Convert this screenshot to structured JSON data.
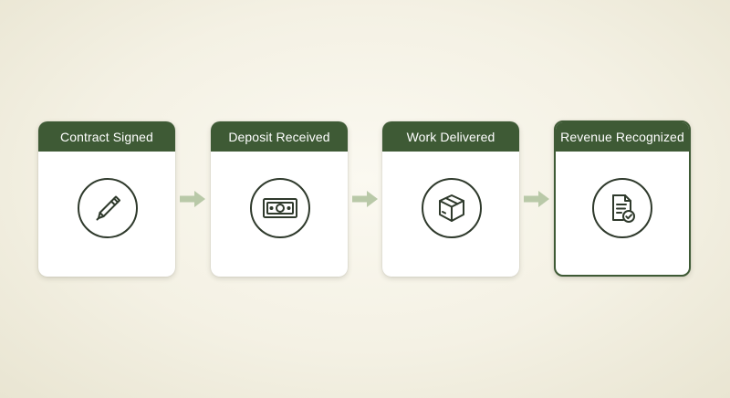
{
  "steps": [
    {
      "label": "Contract Signed",
      "icon": "pen-icon"
    },
    {
      "label": "Deposit Received",
      "icon": "cash-icon"
    },
    {
      "label": "Work Delivered",
      "icon": "package-icon"
    },
    {
      "label": "Revenue Recognized",
      "icon": "document-check-icon"
    }
  ],
  "colors": {
    "header": "#3e5a35",
    "arrow": "#b9c9a8",
    "icon_stroke": "#2f3a2c"
  }
}
